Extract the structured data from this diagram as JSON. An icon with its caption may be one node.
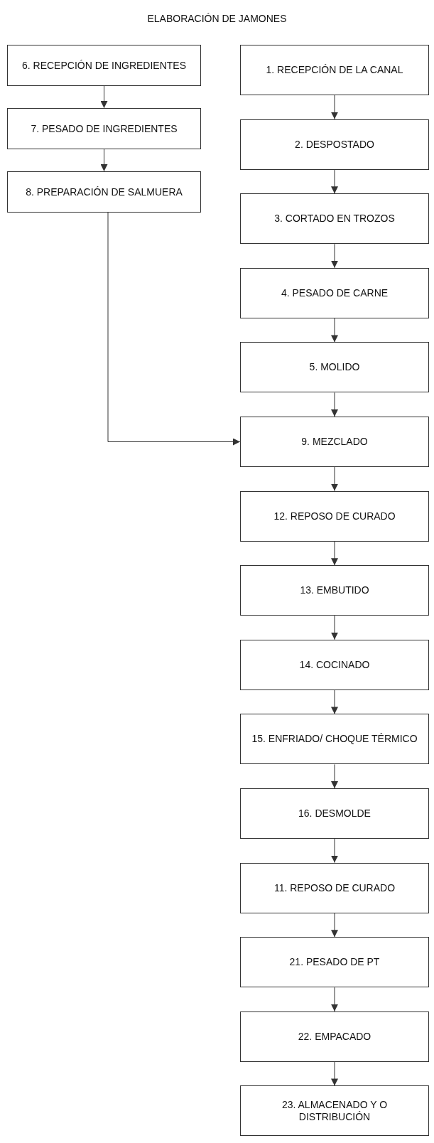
{
  "diagram": {
    "title": "ELABORACIÓN DE JAMONES",
    "nodes": [
      {
        "text": [
          "6. RECEPCIÓN DE INGREDIENTES"
        ]
      },
      {
        "text": [
          "1. RECEPCIÓN DE LA CANAL"
        ]
      },
      {
        "text": [
          "7. PESADO DE INGREDIENTES"
        ]
      },
      {
        "text": [
          "2. DESPOSTADO"
        ]
      },
      {
        "text": [
          "8. PREPARACIÓN DE SALMUERA"
        ]
      },
      {
        "text": [
          "3. CORTADO EN TROZOS"
        ]
      },
      {
        "text": [
          "4. PESADO DE CARNE"
        ]
      },
      {
        "text": [
          "5. MOLIDO"
        ]
      },
      {
        "text": [
          "9. MEZCLADO"
        ]
      },
      {
        "text": [
          "12. REPOSO DE CURADO"
        ]
      },
      {
        "text": [
          "13. EMBUTIDO"
        ]
      },
      {
        "text": [
          "14. COCINADO"
        ]
      },
      {
        "text": [
          "15. ENFRIADO/ CHOQUE TÉRMICO"
        ]
      },
      {
        "text": [
          "16. DESMOLDE"
        ]
      },
      {
        "text": [
          "11. REPOSO DE CURADO"
        ]
      },
      {
        "text": [
          "21. PESADO DE PT"
        ]
      },
      {
        "text": [
          "22. EMPACADO"
        ]
      },
      {
        "text": [
          "23. ALMACENADO Y O DISTRIBUCIÓN"
        ]
      }
    ],
    "edges": [
      {
        "from": 0,
        "to": 2,
        "arrow": "to"
      },
      {
        "from": 2,
        "to": 4,
        "arrow": "to"
      },
      {
        "from": 1,
        "to": 3,
        "arrow": "to"
      },
      {
        "from": 3,
        "to": 5,
        "arrow": "to"
      },
      {
        "from": 5,
        "to": 6,
        "arrow": "to"
      },
      {
        "from": 6,
        "to": 7,
        "arrow": "to"
      },
      {
        "from": 7,
        "to": 8,
        "arrow": "to"
      },
      {
        "from": 4,
        "to": 8,
        "arrow": "to"
      },
      {
        "from": 8,
        "to": 9,
        "arrow": "to"
      },
      {
        "from": 9,
        "to": 10,
        "arrow": "to"
      },
      {
        "from": 10,
        "to": 11,
        "arrow": "to"
      },
      {
        "from": 11,
        "to": 12,
        "arrow": "to"
      },
      {
        "from": 12,
        "to": 13,
        "arrow": "to"
      },
      {
        "from": 13,
        "to": 14,
        "arrow": "to"
      },
      {
        "from": 14,
        "to": 15,
        "arrow": "to"
      },
      {
        "from": 15,
        "to": 16,
        "arrow": "to"
      },
      {
        "from": 16,
        "to": 17,
        "arrow": "to"
      }
    ]
  }
}
